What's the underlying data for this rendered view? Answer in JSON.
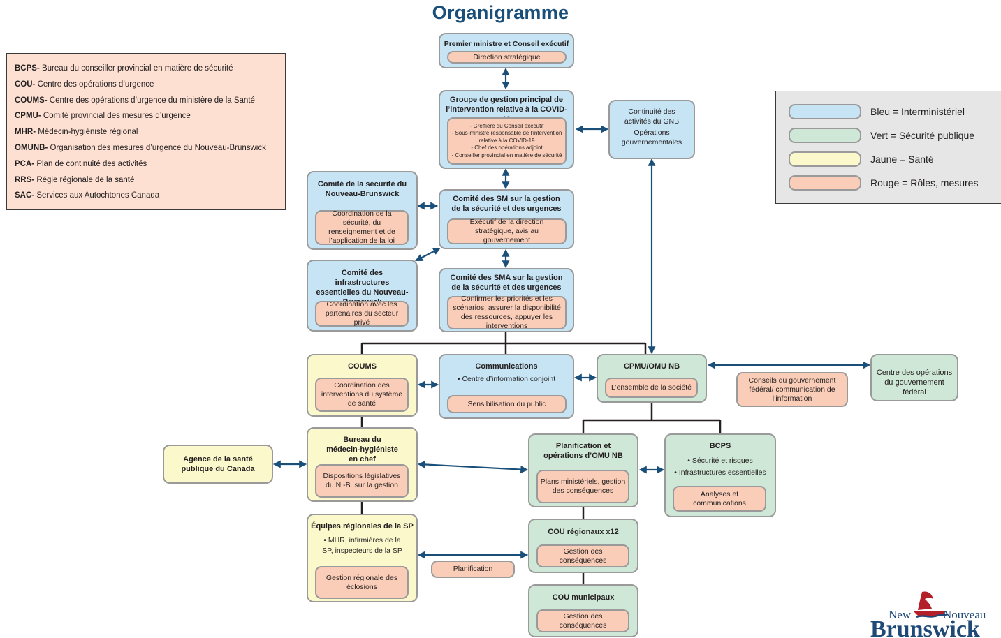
{
  "title": "Organigramme",
  "legend": [
    {
      "abbr": "BCPS-",
      "text": " Bureau du conseiller provincial en matière de sécurité"
    },
    {
      "abbr": "COU-",
      "text": " Centre des opérations d’urgence"
    },
    {
      "abbr": "COUMS-",
      "text": " Centre des opérations d’urgence du ministère de la Santé"
    },
    {
      "abbr": "CPMU-",
      "text": " Comité provincial des mesures d’urgence"
    },
    {
      "abbr": "MHR-",
      "text": " Médecin-hygiéniste régional"
    },
    {
      "abbr": "OMUNB-",
      "text": " Organisation des mesures d’urgence du Nouveau-Brunswick"
    },
    {
      "abbr": "PCA-",
      "text": " Plan de continuité des activités"
    },
    {
      "abbr": "RRS-",
      "text": " Régie régionale de la santé"
    },
    {
      "abbr": "SAC-",
      "text": " Services aux Autochtones Canada"
    }
  ],
  "color_key": [
    {
      "label": "Bleu = Interministériel",
      "color": "#c6e4f4"
    },
    {
      "label": "Vert = Sécurité publique",
      "color": "#cfe7d6"
    },
    {
      "label": "Jaune = Santé",
      "color": "#fbf8cc"
    },
    {
      "label": "Rouge = Rôles, mesures",
      "color": "#f9cdb7"
    }
  ],
  "nodes": {
    "premier": {
      "title": "Premier ministre et Conseil exécutif",
      "role": "Direction stratégique"
    },
    "groupe": {
      "title": "Groupe de gestion principal de l’intervention relative à la COVID-19",
      "roles": [
        "- Greffière du Conseil exécutif",
        "- Sous-ministre responsable de l’intervention relative à la COVID-19",
        "- Chef des opérations adjoint",
        "- Conseiller provincial en matière de sécurité"
      ]
    },
    "continuite": {
      "lines": [
        "Continuité des activités du GNB",
        "Opérations gouvernementales"
      ]
    },
    "comite_securite": {
      "title": "Comité de la sécurité du Nouveau-Brunswick",
      "role": "Coordination de la sécurité, du renseignement et de l’application de la loi"
    },
    "comite_sm": {
      "title": "Comité des SM sur la gestion de la sécurité et des urgences",
      "role": "Exécutif de la direction stratégique, avis au gouvernement"
    },
    "comite_infra": {
      "title": "Comité des infrastructures essentielles du Nouveau-Brunswick",
      "role": "Coordination avec les partenaires du secteur privé"
    },
    "comite_sma": {
      "title": "Comité des SMA sur la gestion de la sécurité et des urgences",
      "role": "Confirmer les priorités et les scénarios, assurer la disponibilité des ressources, appuyer les interventions"
    },
    "coums": {
      "title": "COUMS",
      "role": "Coordination des interventions du système de santé"
    },
    "communications": {
      "title": "Communications",
      "bullet": "Centre d’information conjoint",
      "role": "Sensibilisation du public"
    },
    "cpmu": {
      "title": "CPMU/OMU NB",
      "role": "L’ensemble de la société"
    },
    "conseils_federal": {
      "text": "Conseils du gouvernement fédéral/ communication de l’information"
    },
    "centre_federal": {
      "title": "Centre des opérations du gouvernement fédéral"
    },
    "agence": {
      "title": "Agence de la santé publique du Canada"
    },
    "bureau_medecin": {
      "title": "Bureau du médecin-hygiéniste en chef",
      "role": "Dispositions législatives du N.-B. sur la gestion"
    },
    "planification_omu": {
      "title": "Planification et opérations d’OMU NB",
      "role": "Plans ministériels, gestion des conséquences"
    },
    "bcps": {
      "title": "BCPS",
      "bullets": [
        "Sécurité et risques",
        "Infrastructures essentielles"
      ],
      "role": "Analyses et communications"
    },
    "equipes": {
      "title": "Équipes régionales de la SP",
      "bullet": "MHR, infirmières de la SP, inspecteurs de la SP",
      "role": "Gestion régionale des éclosions"
    },
    "planification": {
      "text": "Planification"
    },
    "cou_regionaux": {
      "title": "COU régionaux x12",
      "role": "Gestion des conséquences"
    },
    "cou_municipaux": {
      "title": "COU municipaux",
      "role": "Gestion des conséquences"
    }
  },
  "logo": {
    "line1": "New",
    "line2": "Nouveau",
    "line3": "Brunswick"
  }
}
